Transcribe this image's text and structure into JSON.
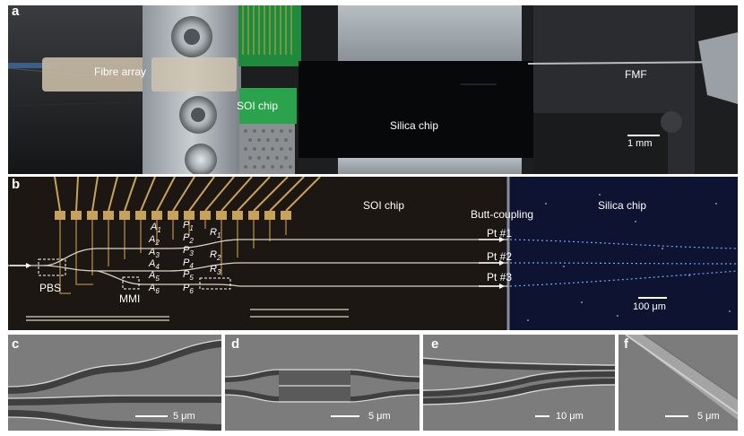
{
  "panels": {
    "a": {
      "letter": "a",
      "labels": {
        "fibre_array": "Fibre array",
        "soi_chip": "SOI chip",
        "silica_chip": "Silica chip",
        "fmf": "FMF",
        "scale": "1 mm"
      }
    },
    "b": {
      "letter": "b",
      "labels": {
        "soi_chip": "SOI chip",
        "butt_coupling": "Butt-coupling",
        "silica_chip": "Silica chip",
        "pt1": "Pt #1",
        "pt2": "Pt #2",
        "pt3": "Pt #3",
        "pbs": "PBS",
        "mmi": "MMI",
        "scale": "100 μm",
        "a_labels": [
          "A1",
          "A2",
          "A3",
          "A4",
          "A5",
          "A6"
        ],
        "p_labels": [
          "P1",
          "P2",
          "P3",
          "P4",
          "P5",
          "P6"
        ],
        "r_labels": [
          "R1",
          "R2",
          "R3"
        ]
      }
    },
    "c": {
      "letter": "c",
      "scale": "5 μm"
    },
    "d": {
      "letter": "d",
      "scale": "5 μm"
    },
    "e": {
      "letter": "e",
      "scale": "10 μm"
    },
    "f": {
      "letter": "f",
      "scale": "5 μm"
    }
  },
  "colors": {
    "silica_glow": "#6ea8ff",
    "electrode": "#c9a25a",
    "sem_bg": "#7c7c7c",
    "photo_bg": "#1e1e1e"
  }
}
